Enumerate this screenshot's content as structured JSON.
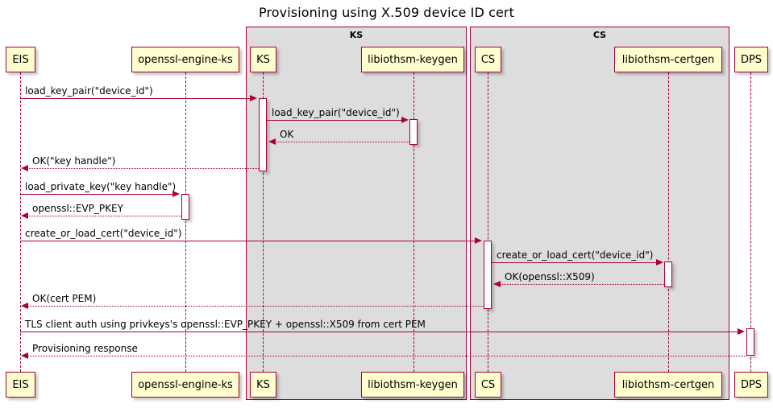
{
  "diagram": {
    "type": "sequence-diagram",
    "title": "Provisioning using X.509 device ID cert",
    "colors": {
      "participant_fill": "#FEFECE",
      "participant_border": "#A80036",
      "group_fill": "#DDDDDD",
      "arrow": "#A80036",
      "background": "#FFFFFF",
      "text": "#000000"
    }
  },
  "participants": [
    {
      "id": "eis",
      "label": "EIS"
    },
    {
      "id": "engine",
      "label": "openssl-engine-ks"
    },
    {
      "id": "ks",
      "label": "KS"
    },
    {
      "id": "keygen",
      "label": "libiothsm-keygen"
    },
    {
      "id": "cs",
      "label": "CS"
    },
    {
      "id": "certgen",
      "label": "libiothsm-certgen"
    },
    {
      "id": "dps",
      "label": "DPS"
    }
  ],
  "groups": [
    {
      "id": "group-ks",
      "label": "KS"
    },
    {
      "id": "group-cs",
      "label": "CS"
    }
  ],
  "messages": [
    {
      "id": "m1",
      "from": "eis",
      "to": "ks",
      "label": "load_key_pair(\"device_id\")",
      "style": "solid"
    },
    {
      "id": "m2",
      "from": "ks",
      "to": "keygen",
      "label": "load_key_pair(\"device_id\")",
      "style": "solid"
    },
    {
      "id": "m3",
      "from": "keygen",
      "to": "ks",
      "label": "OK",
      "style": "dotted"
    },
    {
      "id": "m4",
      "from": "ks",
      "to": "eis",
      "label": "OK(\"key handle\")",
      "style": "dotted"
    },
    {
      "id": "m5",
      "from": "eis",
      "to": "engine",
      "label": "load_private_key(\"key handle\")",
      "style": "solid"
    },
    {
      "id": "m6",
      "from": "engine",
      "to": "eis",
      "label": "openssl::EVP_PKEY",
      "style": "dotted"
    },
    {
      "id": "m7",
      "from": "eis",
      "to": "cs",
      "label": "create_or_load_cert(\"device_id\")",
      "style": "solid"
    },
    {
      "id": "m8",
      "from": "cs",
      "to": "certgen",
      "label": "create_or_load_cert(\"device_id\")",
      "style": "solid"
    },
    {
      "id": "m9",
      "from": "certgen",
      "to": "cs",
      "label": "OK(openssl::X509)",
      "style": "dotted"
    },
    {
      "id": "m10",
      "from": "cs",
      "to": "eis",
      "label": "OK(cert PEM)",
      "style": "dotted"
    },
    {
      "id": "m11",
      "from": "eis",
      "to": "dps",
      "label": "TLS client auth using privkeys's openssl::EVP_PKEY + openssl::X509 from cert PEM",
      "style": "solid"
    },
    {
      "id": "m12",
      "from": "dps",
      "to": "eis",
      "label": "Provisioning response",
      "style": "dotted"
    }
  ]
}
